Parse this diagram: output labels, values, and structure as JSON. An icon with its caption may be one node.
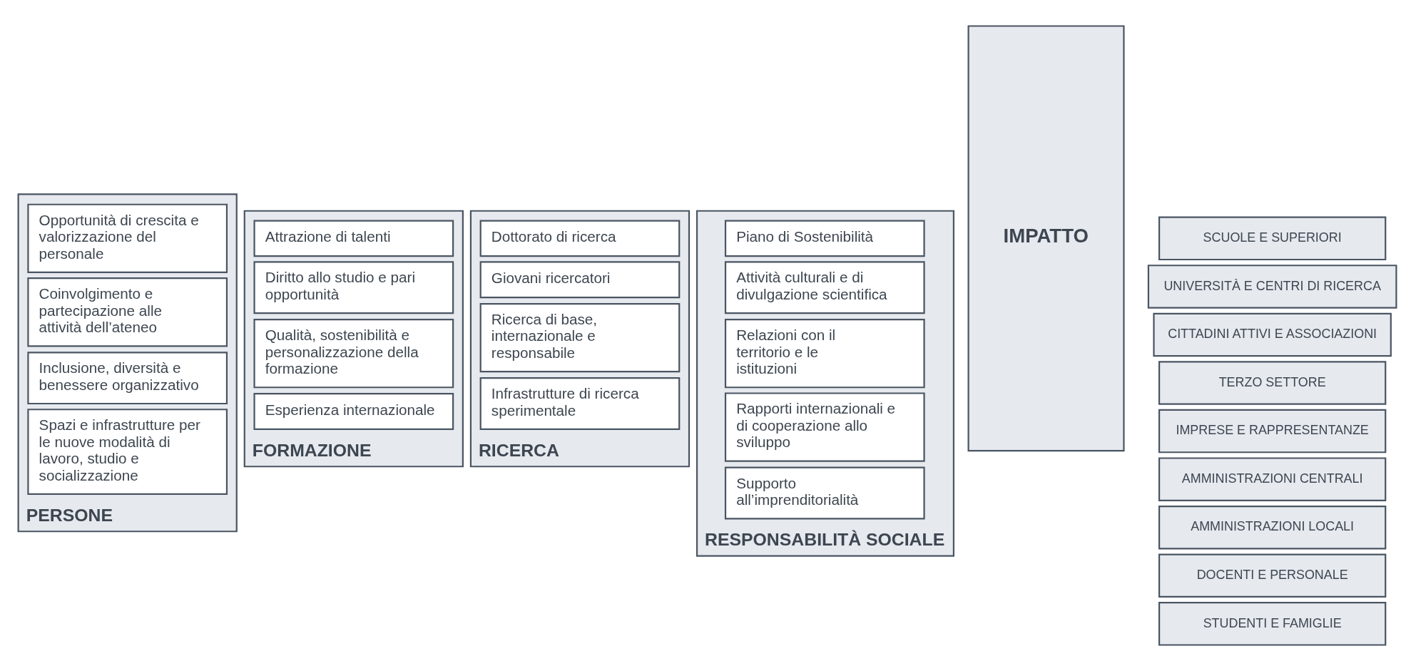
{
  "diagram": {
    "nodes": [
      {
        "text": [
          "PERSONE"
        ]
      },
      {
        "text": [
          "Opportunità di crescita e valorizzazione del personale"
        ],
        "in": 0
      },
      {
        "text": [
          "Coinvolgimento e partecipazione alle attività dell’ateneo"
        ],
        "in": 0
      },
      {
        "text": [
          "Inclusione, diversità e benessere organizzativo"
        ],
        "in": 0
      },
      {
        "text": [
          "Spazi e infrastrutture per le nuove modalità di lavoro, studio e socializzazione"
        ],
        "in": 0
      },
      {
        "text": [
          "FORMAZIONE"
        ]
      },
      {
        "text": [
          "Attrazione di talenti"
        ],
        "in": 5
      },
      {
        "text": [
          "Diritto allo studio e pari opportunità"
        ],
        "in": 5
      },
      {
        "text": [
          "Qualità, sostenibilità e personalizzazione della formazione"
        ],
        "in": 5
      },
      {
        "text": [
          "Esperienza internazionale"
        ],
        "in": 5
      },
      {
        "text": [
          "RICERCA"
        ]
      },
      {
        "text": [
          "Dottorato di ricerca"
        ],
        "in": 10
      },
      {
        "text": [
          "Giovani ricercatori"
        ],
        "in": 10
      },
      {
        "text": [
          "Ricerca di base, internazionale e responsabile"
        ],
        "in": 10
      },
      {
        "text": [
          "Infrastrutture di ricerca sperimentale"
        ],
        "in": 10
      },
      {
        "text": [
          "RESPONSABILITÀ SOCIALE"
        ]
      },
      {
        "text": [
          "Piano di Sostenibilità"
        ],
        "in": 15
      },
      {
        "text": [
          "Attività culturali e di divulgazione scientifica"
        ],
        "in": 15
      },
      {
        "text": [
          "Relazioni con il territorio e le istituzioni"
        ],
        "in": 15
      },
      {
        "text": [
          "Rapporti internazionali e di cooperazione allo sviluppo"
        ],
        "in": 15
      },
      {
        "text": [
          "Supporto all’imprenditorialità"
        ],
        "in": 15
      },
      {
        "text": [
          "IMPATTO"
        ]
      },
      {
        "text": [
          "SCUOLE E SUPERIORI"
        ]
      },
      {
        "text": [
          "UNIVERSITÀ E CENTRI DI RICERCA"
        ]
      },
      {
        "text": [
          "CITTADINI ATTIVI E ASSOCIAZIONI"
        ]
      },
      {
        "text": [
          "TERZO SETTORE"
        ]
      },
      {
        "text": [
          "IMPRESE E RAPPRESENTANZE"
        ]
      },
      {
        "text": [
          "AMMINISTRAZIONI CENTRALI"
        ]
      },
      {
        "text": [
          "AMMINISTRAZIONI LOCALI"
        ]
      },
      {
        "text": [
          "DOCENTI E PERSONALE"
        ]
      },
      {
        "text": [
          "STUDENTI E FAMIGLIE"
        ]
      }
    ],
    "edges": []
  }
}
